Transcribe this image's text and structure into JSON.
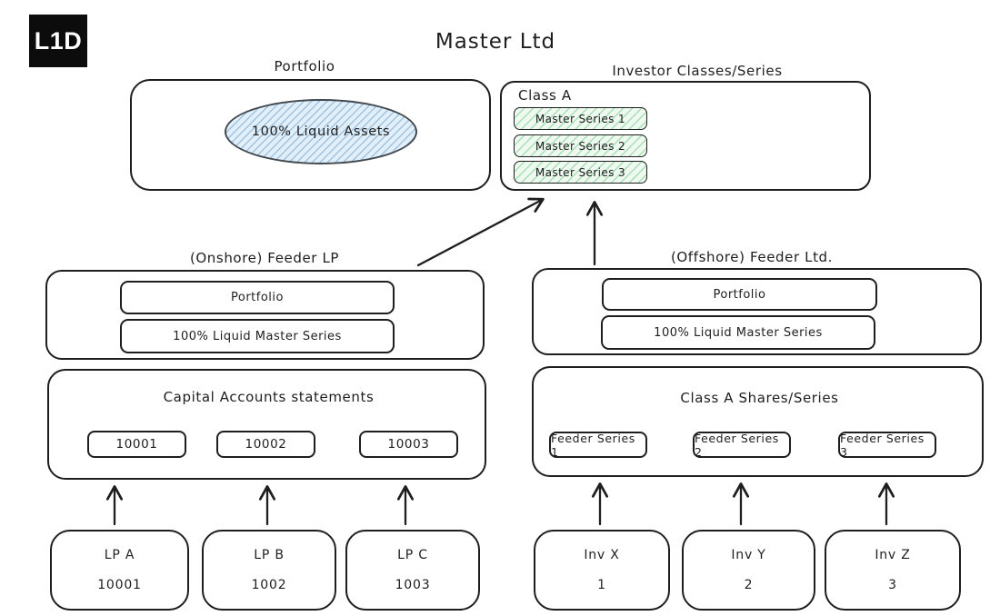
{
  "logo": {
    "text": "L1D"
  },
  "title": "Master Ltd",
  "master": {
    "portfolio": {
      "label": "Portfolio",
      "asset": "100% Liquid Assets"
    },
    "investor_classes": {
      "label": "Investor Classes/Series",
      "class_label": "Class A",
      "series": [
        "Master Series 1",
        "Master Series 2",
        "Master Series 3"
      ]
    }
  },
  "onshore_feeder": {
    "label": "(Onshore) Feeder LP",
    "portfolio": "Portfolio",
    "holding": "100% Liquid Master Series"
  },
  "offshore_feeder": {
    "label": "(Offshore) Feeder Ltd.",
    "portfolio": "Portfolio",
    "holding": "100% Liquid Master Series"
  },
  "capital_accounts": {
    "label": "Capital Accounts statements",
    "accounts": [
      "10001",
      "10002",
      "10003"
    ]
  },
  "class_a_shares": {
    "label": "Class A Shares/Series",
    "series": [
      "Feeder Series 1",
      "Feeder Series 2",
      "Feeder Series 3"
    ]
  },
  "lps": [
    {
      "name": "LP A",
      "number": "10001"
    },
    {
      "name": "LP B",
      "number": "1002"
    },
    {
      "name": "LP C",
      "number": "1003"
    }
  ],
  "investors": [
    {
      "name": "Inv X",
      "number": "1"
    },
    {
      "name": "Inv Y",
      "number": "2"
    },
    {
      "name": "Inv Z",
      "number": "3"
    }
  ],
  "colors": {
    "ink": "#1e1e1e",
    "green_fill": "#eff9f2",
    "green_hatch": "#40c057",
    "blue_fill": "#e2eff9",
    "blue_hatch": "#5a96cd"
  }
}
